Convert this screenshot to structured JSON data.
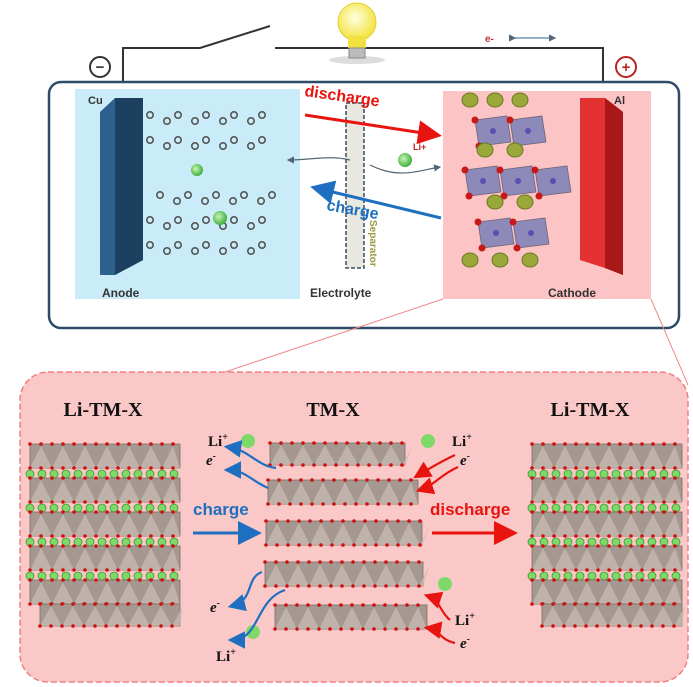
{
  "top": {
    "electron_label": "e-",
    "minus_symbol": "−",
    "plus_symbol": "+",
    "anode_collector": "Cu",
    "cathode_collector": "Al",
    "discharge_label": "discharge",
    "charge_label": "charge",
    "li_label": "Li+",
    "separator_label": "Separator",
    "anode_label": "Anode",
    "electrolyte_label": "Electrolyte",
    "cathode_label": "Cathode"
  },
  "bottom": {
    "left_title": "Li-TM-X",
    "middle_title": "TM-X",
    "right_title": "Li-TM-X",
    "charge_label": "charge",
    "discharge_label": "discharge",
    "li_label": "Li",
    "li_sup": "+",
    "e_label": "e",
    "e_sup": "-"
  },
  "colors": {
    "anode_bg": "#c9ecf8",
    "cathode_bg": "#fcc4c4",
    "panel_bg": "#fbc8c8",
    "charge": "#1f6fc0",
    "discharge": "#e8140f",
    "lithium": "#7fd86a"
  }
}
